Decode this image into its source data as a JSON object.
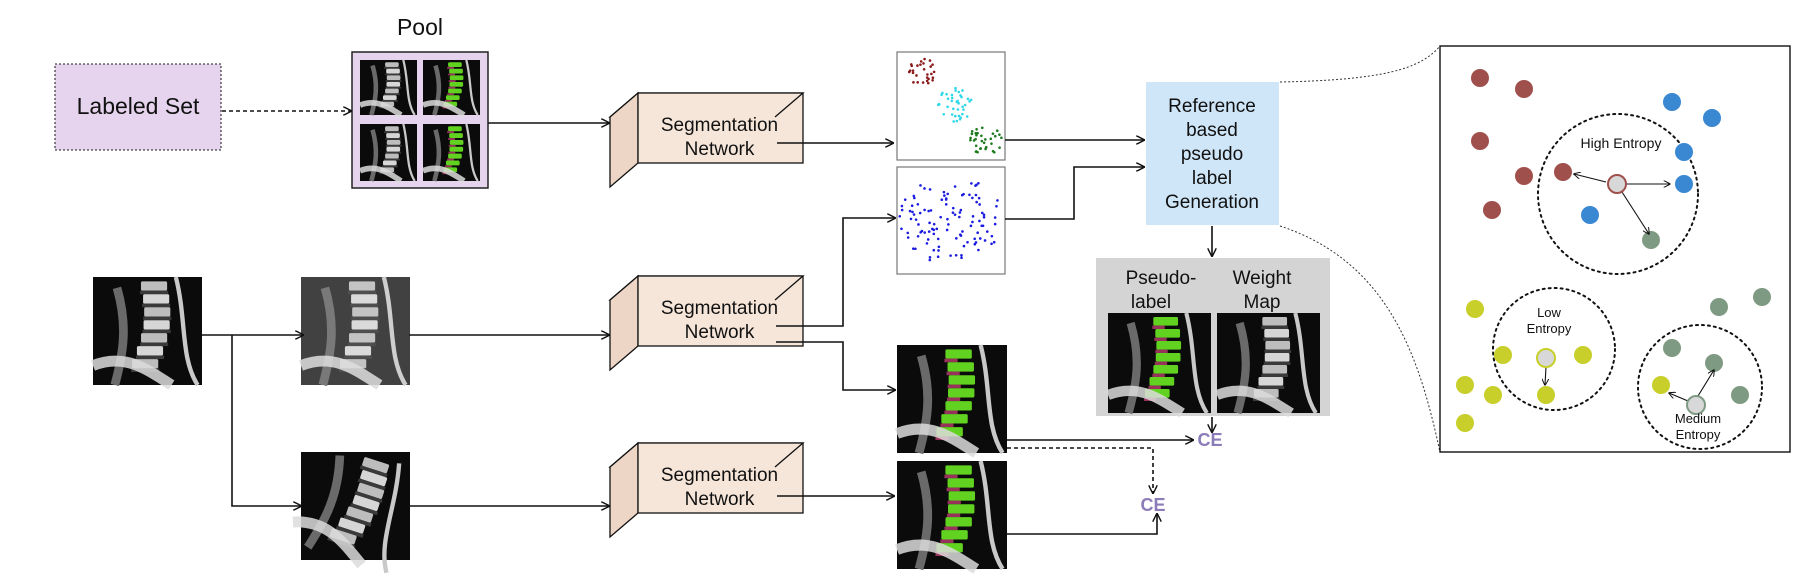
{
  "pool": {
    "title": "Pool"
  },
  "labeled_set": {
    "label": "Labeled Set"
  },
  "seg_network": {
    "line1": "Segmentation",
    "line2": "Network"
  },
  "reference": {
    "lines": [
      "Reference",
      "based",
      "pseudo",
      "label",
      "Generation"
    ]
  },
  "outputs": {
    "pseudo_label": [
      "Pseudo-",
      "label"
    ],
    "weight_map": [
      "Weight",
      "Map"
    ]
  },
  "loss": {
    "label": "CE"
  },
  "entropy": {
    "high": "High Entropy",
    "low": [
      "Low",
      "Entropy"
    ],
    "medium": [
      "Medium",
      "Entropy"
    ]
  },
  "colors": {
    "labeled_set_fill": "#e6d4ee",
    "pool_fill": "#e6d4ee",
    "network_fill": "#f6e6da",
    "reference_fill": "#cfe6f8",
    "output_panel_fill": "#d4d4d4",
    "ce_text": "#8b7bb8",
    "cluster_red": "#a0504c",
    "cluster_blue": "#3a88d2",
    "cluster_yellow": "#c8cf2a",
    "cluster_sage": "#7f9a82",
    "scatter_red": "#8b1a1a",
    "scatter_cyan": "#2fd8e8",
    "scatter_green": "#1e7a1e",
    "scatter_blue": "#1a1ae0",
    "segmentation_overlay": "#66dd22"
  },
  "icons": [
    "mri-spine-image",
    "segmented-spine-image",
    "embedding-scatter-plot"
  ]
}
